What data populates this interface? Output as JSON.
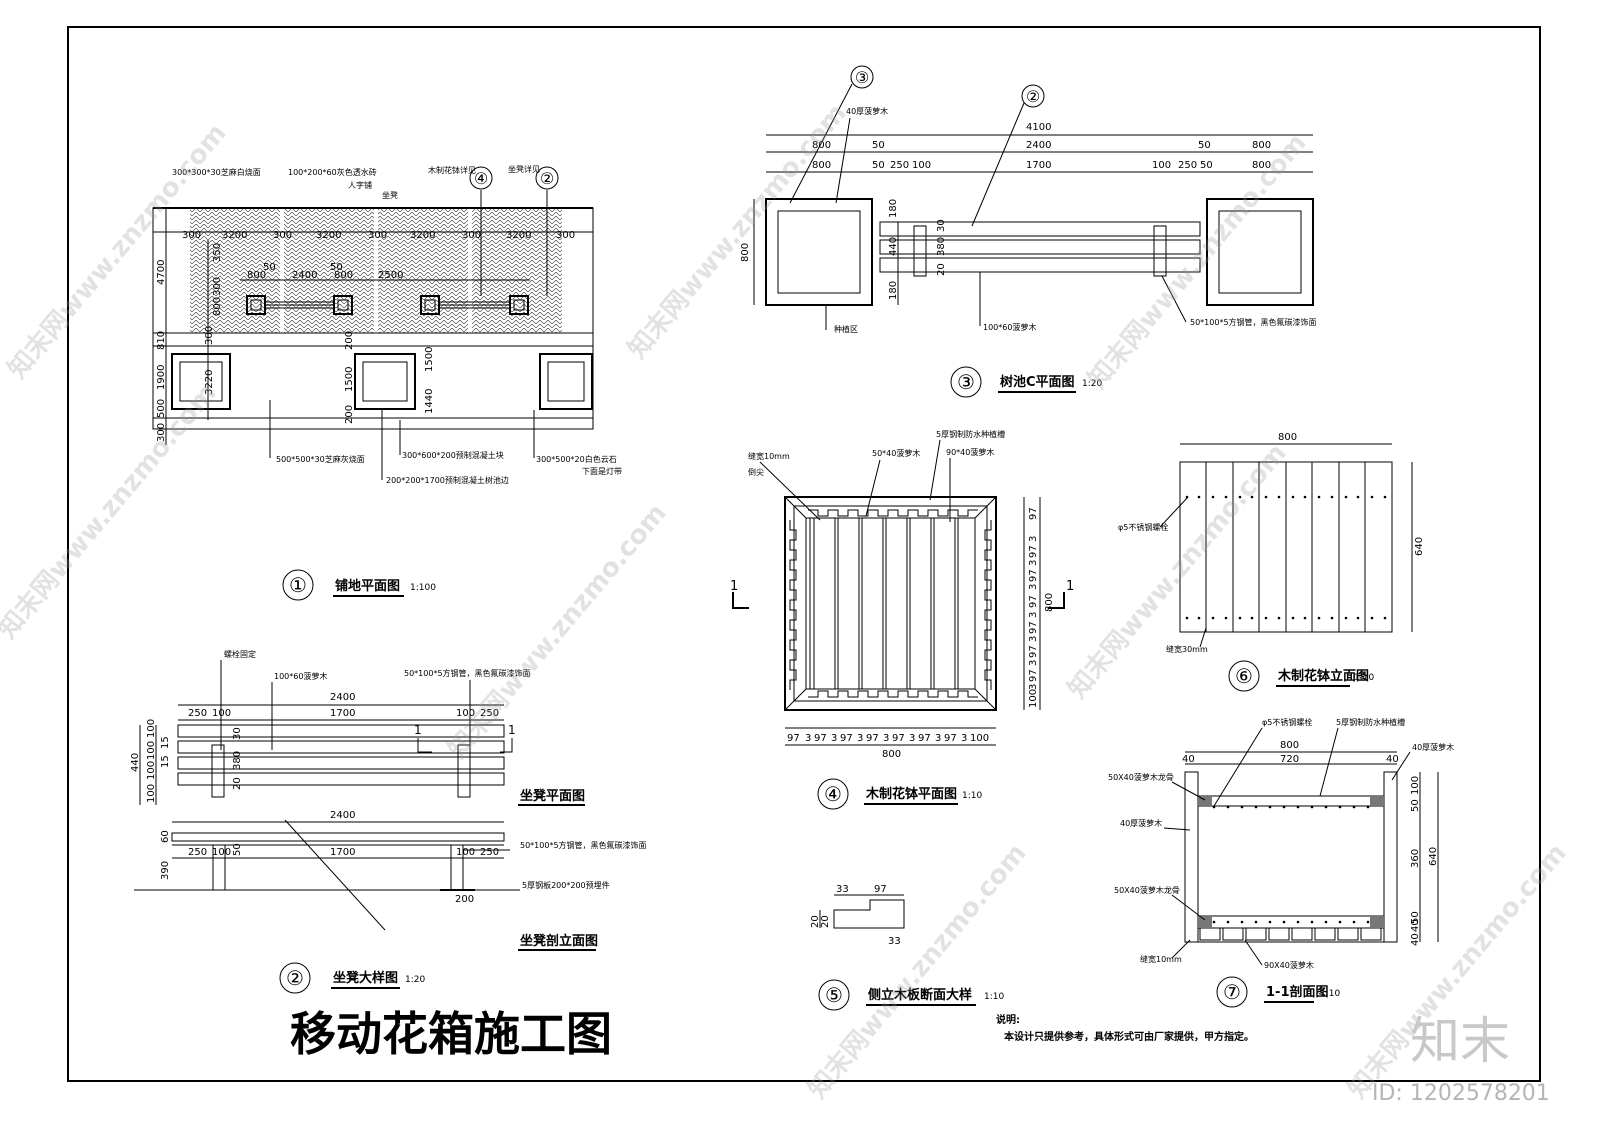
{
  "main_title": "移动花箱施工图",
  "notes": {
    "heading": "说明:",
    "text": "本设计只提供参考，具体形式可由厂家提供，甲方指定。"
  },
  "watermark": {
    "logo_text": "知末",
    "id_text": "ID: 1202578201",
    "site_text": "知末网www.znzmo.com"
  },
  "views": {
    "v1": {
      "number": "①",
      "title": "铺地平面图",
      "scale": "1:100",
      "labels": [
        "300*300*30芝麻白烧面",
        "100*200*60灰色透水砖",
        "人字铺",
        "坐凳",
        "木制花钵详见",
        "坐凳详见",
        "500*500*30芝麻灰烧面",
        "300*600*200预制混凝土块",
        "200*200*1700预制混凝土树池边",
        "300*500*20白色云石",
        "下面是灯带"
      ],
      "dims_top": [
        "300",
        "3200",
        "300",
        "3200",
        "300",
        "3200",
        "300",
        "3200",
        "300"
      ],
      "dims_inner": [
        "800",
        "2400",
        "800",
        "2500",
        "50",
        "50"
      ],
      "dims_left": [
        "4700",
        "810",
        "1900",
        "500",
        "300",
        "300",
        "3220",
        "350",
        "300",
        "800"
      ],
      "dims_mid": [
        "200",
        "1500",
        "1500",
        "1440",
        "200"
      ],
      "callouts": [
        "④",
        "②"
      ]
    },
    "v2": {
      "number": "②",
      "title": "坐凳大样图",
      "scale": "1:20",
      "sub_plan": "坐凳平面图",
      "sub_section": "坐凳剖立面图",
      "labels": [
        "螺栓固定",
        "100*60菠萝木",
        "50*100*5方钢管，黑色氟碳漆饰面",
        "50*100*5方钢管，黑色氟碳漆饰面",
        "5厚钢板200*200预埋件"
      ],
      "dims_plan_top": [
        "2400",
        "250",
        "100",
        "1700",
        "100",
        "250"
      ],
      "dims_plan_left": [
        "440",
        "100",
        "100",
        "100",
        "100",
        "15",
        "15"
      ],
      "dims_plan_inner": [
        "30",
        "380",
        "20"
      ],
      "dims_sec_top": [
        "2400",
        "250",
        "100",
        "1700",
        "100",
        "250"
      ],
      "dims_sec_left": [
        "60",
        "390",
        "50"
      ],
      "dim_base": "200",
      "cut_mark": "1"
    },
    "v3": {
      "number": "③",
      "title": "树池C平面图",
      "scale": "1:20",
      "labels": [
        "40厚菠萝木",
        "种植区",
        "100*60菠萝木",
        "50*100*5方钢管，黑色氟碳漆饰面"
      ],
      "dims_top": [
        "4100",
        "800",
        "50",
        "2400",
        "50",
        "800",
        "800",
        "50",
        "250",
        "100",
        "1700",
        "100",
        "250",
        "50",
        "800"
      ],
      "dims_left": [
        "800",
        "180",
        "440",
        "180"
      ],
      "dims_bench": [
        "30",
        "380",
        "20"
      ],
      "callouts": [
        "③",
        "②"
      ]
    },
    "v4": {
      "number": "④",
      "title": "木制花钵平面图",
      "scale": "1:10",
      "labels": [
        "缝宽10mm",
        "倒尖",
        "50*40菠萝木",
        "5厚钢制防水种植槽",
        "90*40菠萝木"
      ],
      "dims_bottom": [
        "97",
        "3",
        "97",
        "3",
        "97",
        "3",
        "97",
        "3",
        "97",
        "3",
        "97",
        "3",
        "97",
        "3",
        "100"
      ],
      "dims_right": [
        "100",
        "3",
        "97",
        "3",
        "97",
        "3",
        "97",
        "3",
        "97",
        "3",
        "97",
        "3",
        "97",
        "3",
        "97"
      ],
      "dim_total_bottom": "800",
      "dim_total_right": "800",
      "section_mark": "1"
    },
    "v5": {
      "number": "⑤",
      "title": "侧立木板断面大样",
      "scale": "1:10",
      "dims": [
        "33",
        "97",
        "20",
        "20",
        "33"
      ]
    },
    "v6": {
      "number": "⑥",
      "title": "木制花钵立面图",
      "scale": "1:10",
      "labels": [
        "φ5不锈钢螺栓",
        "缝宽30mm"
      ],
      "dims": [
        "800",
        "640"
      ]
    },
    "v7": {
      "number": "⑦",
      "title": "1-1剖面图",
      "scale": "1:10",
      "labels": [
        "φ5不锈钢螺栓",
        "5厚钢制防水种植槽",
        "40厚菠萝木",
        "50X40菠萝木龙骨",
        "40厚菠萝木",
        "50X40菠萝木龙骨",
        "缝宽10mm",
        "90X40菠萝木"
      ],
      "dims_top": [
        "800",
        "40",
        "720",
        "40"
      ],
      "dims_right": [
        "100",
        "50",
        "360",
        "50",
        "40",
        "40",
        "640"
      ]
    }
  }
}
